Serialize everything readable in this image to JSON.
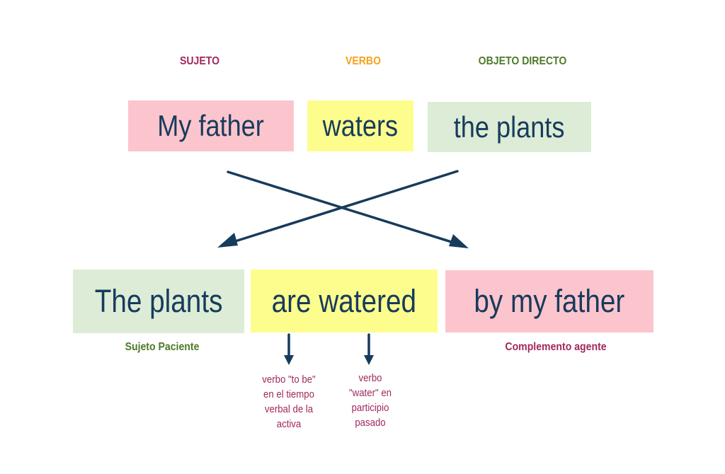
{
  "colors": {
    "text_dark": "#173b5c",
    "subject_label": "#a1285c",
    "verb_label": "#f5a21a",
    "object_label": "#4d7a29",
    "pink_box": "#fcc5cd",
    "yellow_box": "#fdfd8e",
    "green_box": "#dcecd6",
    "arrow": "#173b5c"
  },
  "top_labels": {
    "subject": "SUJETO",
    "verb": "VERBO",
    "object": "OBJETO DIRECTO"
  },
  "active_sentence": {
    "subject": "My father",
    "verb": "waters",
    "object": "the plants"
  },
  "passive_sentence": {
    "subject": "The plants",
    "verb": "are watered",
    "agent": "by my father"
  },
  "bottom_labels": {
    "patient_subject": "Sujeto Paciente",
    "agent_complement": "Complemento agente"
  },
  "notes": {
    "to_be": [
      "verbo \"to be\"",
      "en el tiempo",
      "verbal de la",
      "activa"
    ],
    "participle": [
      "verbo",
      "\"water\" en",
      "participio",
      "pasado"
    ]
  }
}
